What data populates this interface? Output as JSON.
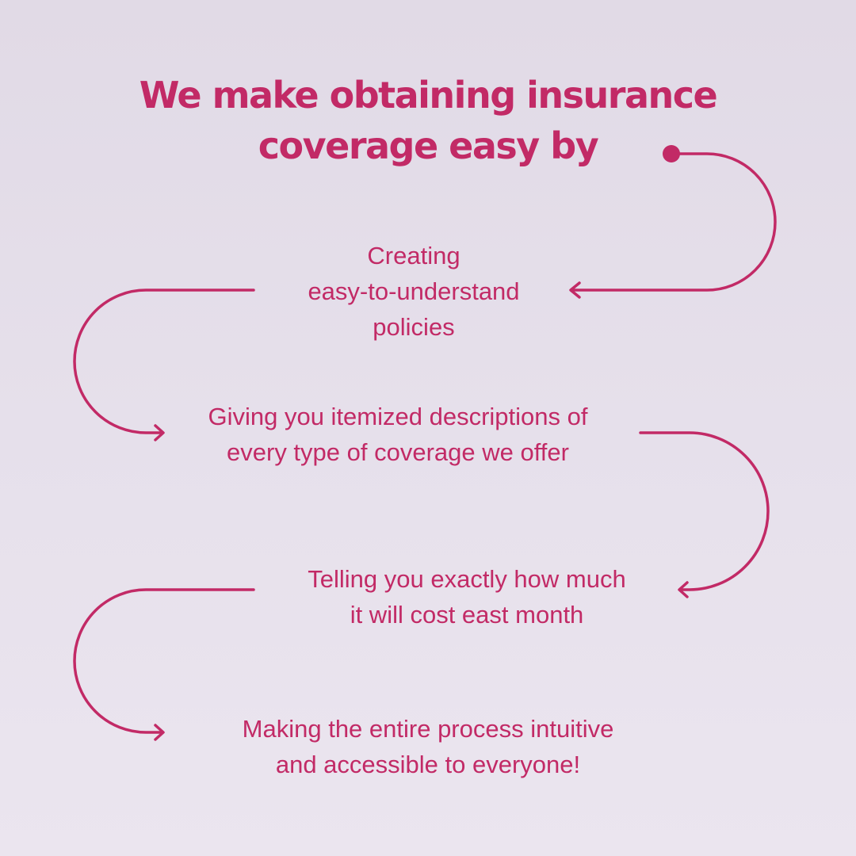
{
  "title": {
    "line1": "We make obtaining insurance",
    "line2": "coverage easy by"
  },
  "steps": [
    {
      "lines": [
        "Creating",
        "easy-to-understand",
        "policies"
      ]
    },
    {
      "lines": [
        "Giving you itemized descriptions of",
        "every type of coverage we offer"
      ]
    },
    {
      "lines": [
        "Telling you exactly how much",
        "it will cost east month"
      ]
    },
    {
      "lines": [
        "Making the entire process intuitive",
        "and accessible to everyone!"
      ]
    }
  ],
  "colors": {
    "accent": "#c22a66",
    "background": "#e4dde8"
  }
}
